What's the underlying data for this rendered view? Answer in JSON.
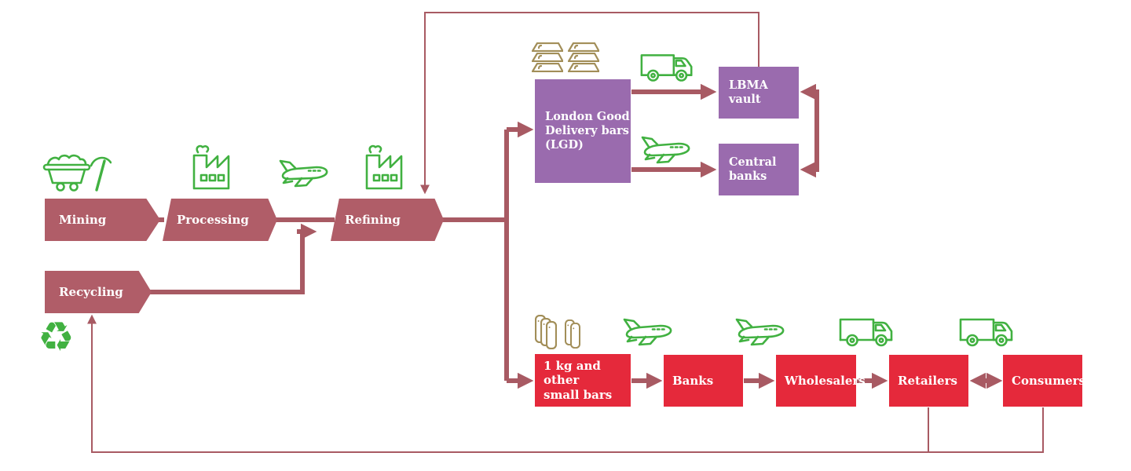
{
  "nodes": {
    "mining": "Mining",
    "processing": "Processing",
    "refining": "Refining",
    "recycling": "Recycling",
    "lgd": "London Good\nDelivery bars\n(LGD)",
    "lbma_vault": "LBMA vault",
    "central_banks": "Central\nbanks",
    "small_bars": "1 kg and other\nsmall bars",
    "banks": "Banks",
    "wholesalers": "Wholesalers",
    "retailers": "Retailers",
    "consumers": "Consumers"
  },
  "icons": {
    "recycle_glyph": "♻",
    "minecart_pickaxe": "mining cart and pickaxe",
    "factory": "factory",
    "airplane": "airplane",
    "truck": "delivery truck",
    "gold_bars": "stacked LGD gold bars",
    "small_gold_bars": "small gold bars"
  },
  "palette": {
    "maroon_line": "#a85a63",
    "chevron_fill": "#b05d68",
    "purple_fill": "#9a6bae",
    "red_fill": "#e5293b",
    "icon_green": "#41b141",
    "icon_gold": "#a28e58",
    "label_text": "#ffffff"
  }
}
